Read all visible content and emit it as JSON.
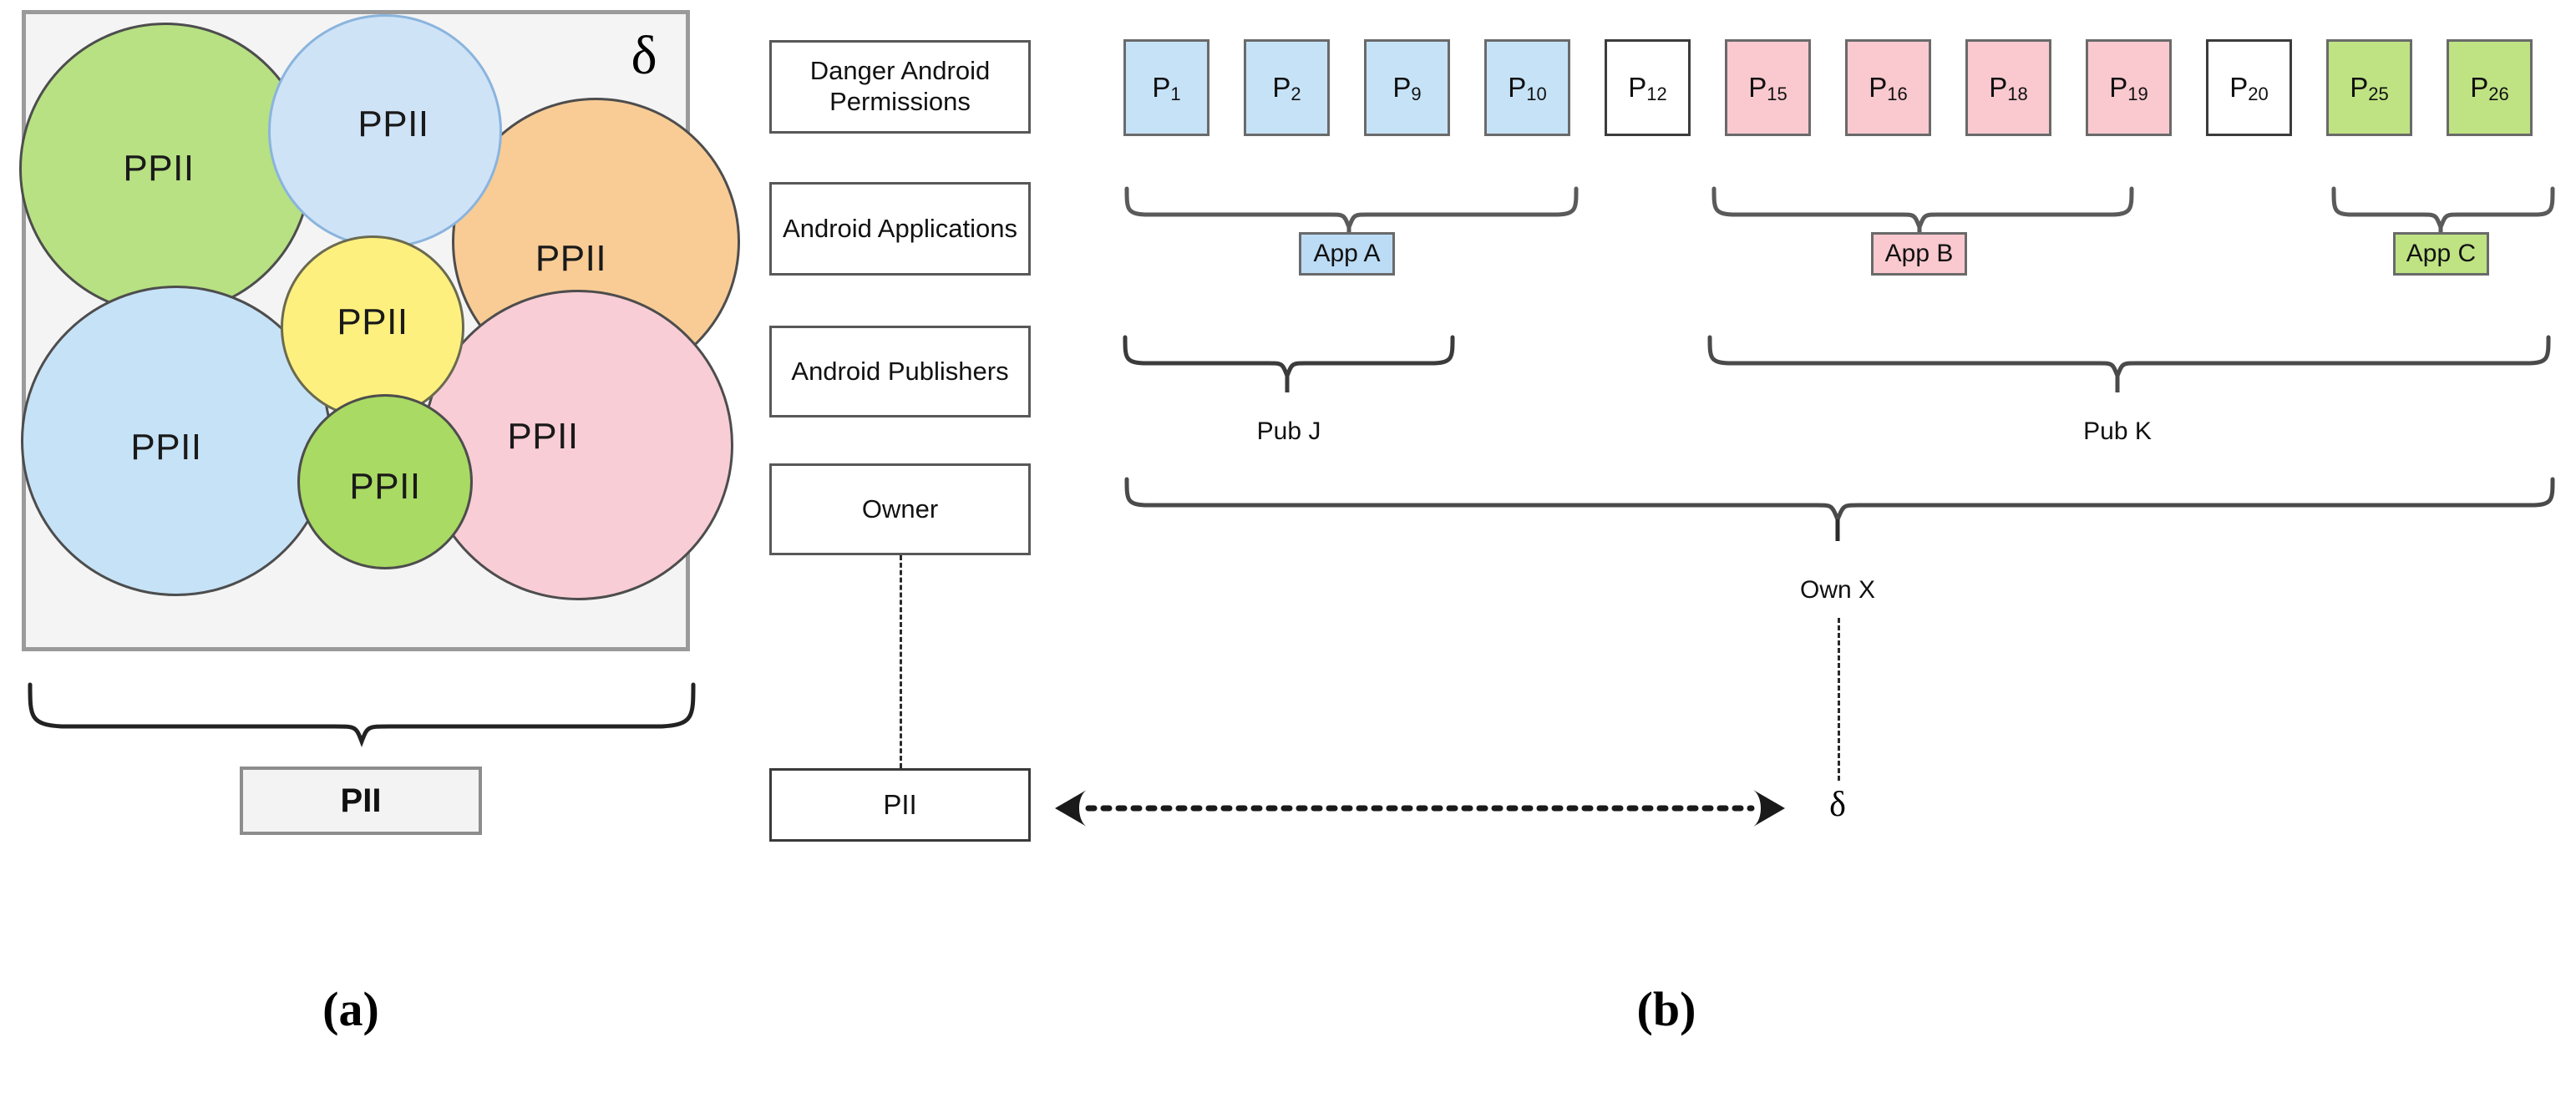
{
  "figure": {
    "captions": [
      {
        "id": "a",
        "text": "(a)"
      },
      {
        "id": "b",
        "text": "(b)"
      }
    ]
  },
  "panel_a": {
    "delta_symbol": "δ",
    "circle_label": "PPII",
    "circles": [
      {
        "name": "green-large",
        "label": "PPII",
        "color": "#b7e183"
      },
      {
        "name": "blue-top",
        "label": "PPII",
        "color": "#cfe3f7"
      },
      {
        "name": "orange",
        "label": "PPII",
        "color": "#f9cc96"
      },
      {
        "name": "blue-large",
        "label": "PPII",
        "color": "#c6e2f7"
      },
      {
        "name": "pink",
        "label": "PPII",
        "color": "#f9cdd6"
      },
      {
        "name": "yellow",
        "label": "PPII",
        "color": "#fdf07e"
      },
      {
        "name": "green-small",
        "label": "PPII",
        "color": "#a9da63"
      }
    ],
    "pii_box_label": "PII"
  },
  "panel_b": {
    "row_labels": [
      {
        "key": "permissions",
        "text": "Danger Android Permissions"
      },
      {
        "key": "applications",
        "text": "Android Applications"
      },
      {
        "key": "publishers",
        "text": "Android Publishers"
      },
      {
        "key": "owner",
        "text": "Owner"
      }
    ],
    "permissions": [
      {
        "label": "P",
        "sub": "1",
        "color": "blue"
      },
      {
        "label": "P",
        "sub": "2",
        "color": "blue"
      },
      {
        "label": "P",
        "sub": "9",
        "color": "blue"
      },
      {
        "label": "P",
        "sub": "10",
        "color": "blue"
      },
      {
        "label": "P",
        "sub": "12",
        "color": "white"
      },
      {
        "label": "P",
        "sub": "15",
        "color": "pink"
      },
      {
        "label": "P",
        "sub": "16",
        "color": "pink"
      },
      {
        "label": "P",
        "sub": "18",
        "color": "pink"
      },
      {
        "label": "P",
        "sub": "19",
        "color": "pink"
      },
      {
        "label": "P",
        "sub": "20",
        "color": "white"
      },
      {
        "label": "P",
        "sub": "25",
        "color": "green"
      },
      {
        "label": "P",
        "sub": "26",
        "color": "green"
      }
    ],
    "applications": [
      {
        "label": "App A",
        "color": "blue"
      },
      {
        "label": "App B",
        "color": "pink"
      },
      {
        "label": "App C",
        "color": "green"
      }
    ],
    "publishers": [
      {
        "label": "Pub J"
      },
      {
        "label": "Pub K"
      }
    ],
    "owner": {
      "label": "Own X"
    },
    "pii_box_label": "PII",
    "delta_symbol": "δ"
  },
  "colors": {
    "permission_blue": "#c6e2f7",
    "permission_pink": "#f9c9cf",
    "permission_green": "#bfe383",
    "permission_white": "#ffffff",
    "frame_gray": "#9a9a9a",
    "stroke_dark": "#4d4d4d"
  }
}
